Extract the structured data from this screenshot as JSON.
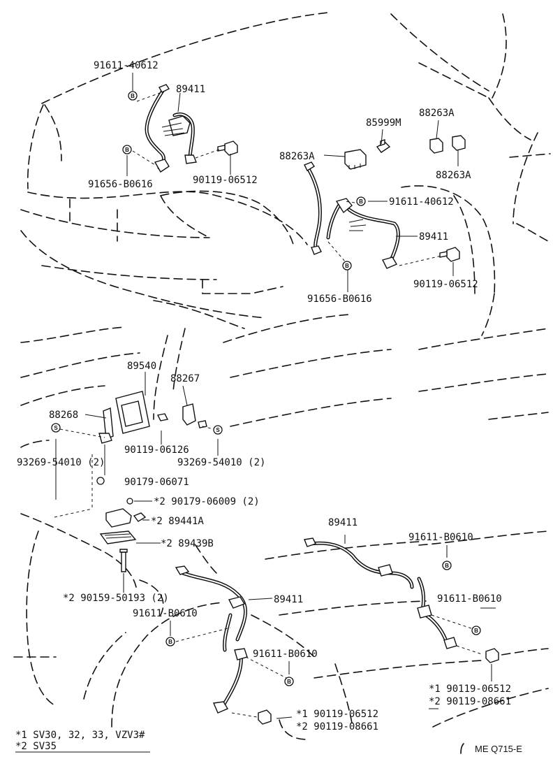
{
  "labels": {
    "l1": "91611-40612",
    "l2": "89411",
    "l3": "91656-B0616",
    "l4": "90119-06512",
    "l5": "85999M",
    "l6": "88263A",
    "l7": "88263A",
    "l8": "88263A",
    "l9": "91611-40612",
    "l10": "89411",
    "l11": "90119-06512",
    "l12": "91656-B0616",
    "l13": "89540",
    "l14": "88267",
    "l15": "88268",
    "l16": "90119-06126",
    "l17": "93269-54010 (2)",
    "l18": "93269-54010 (2)",
    "l19": "90179-06071",
    "l20": "*2  90179-06009 (2)",
    "l21": "*2  89441A",
    "l22": "*2  89439B",
    "l23": "*2  90159-50193 (2)",
    "l24": "89411",
    "l25": "91611-B0610",
    "l26": "89411",
    "l27": "91611-B0610",
    "l28": "91611-B0610",
    "l29": "91611-B0610",
    "l30": "*1  90119-06512",
    "l31": "*2  90119-08661",
    "l32": "*1  90119-06512",
    "l33": "*2  90119-08661"
  },
  "footnotes": {
    "f1": "*1  SV30, 32, 33, VZV3#",
    "f2": "*2  SV35"
  },
  "code": "ME Q715-E",
  "badges": {
    "b": "B",
    "s": "S"
  }
}
